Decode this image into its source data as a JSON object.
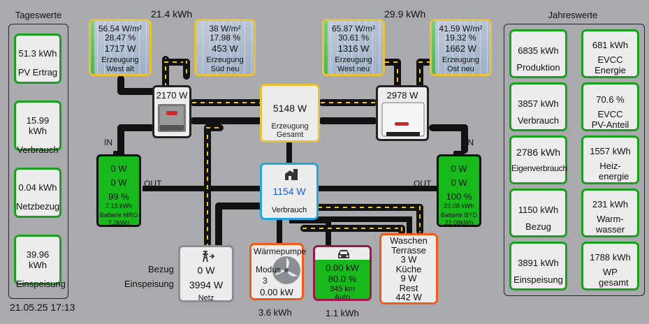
{
  "left_panel": {
    "title": "Tageswerte",
    "cards": [
      {
        "value": "51.3 kWh",
        "label": "PV Ertrag"
      },
      {
        "value": "15.99 kWh",
        "label": "Verbrauch"
      },
      {
        "value": "0.04 kWh",
        "label": "Netzbezug"
      },
      {
        "value": "39.96 kWh",
        "label": "Einspeisung"
      }
    ],
    "datetime": "21.05.25 17:13"
  },
  "right_panel": {
    "title": "Jahreswerte",
    "cards": [
      {
        "value": "6835 kWh",
        "label": "Produktion"
      },
      {
        "value": "681 kWh",
        "label": "EVCC Energie"
      },
      {
        "value": "3857 kWh",
        "label": "Verbrauch"
      },
      {
        "value": "70.6 %",
        "label": "EVCC PV-Anteil"
      },
      {
        "value": "2786 kWh",
        "label": "Eigenverbrauch"
      },
      {
        "value": "1557 kWh",
        "label": "Heiz-energie"
      },
      {
        "value": "1150 kWh",
        "label": "Bezug"
      },
      {
        "value": "231 kWh",
        "label": "Warm-wasser"
      },
      {
        "value": "3891 kWh",
        "label": "Einspeisung"
      },
      {
        "value": "1788 kWh",
        "label": "WP gesamt"
      }
    ]
  },
  "pv_left_total": "21.4 kWh",
  "pv_right_total": "29.9 kWh",
  "pv_arrays": [
    {
      "l1": "56.54 W/m²",
      "l2": "28.47 %",
      "l3": "1717 W",
      "l4": "Erzeugung",
      "l5": "West alt"
    },
    {
      "l1": "38 W/m²",
      "l2": "17.98 %",
      "l3": "453 W",
      "l4": "Erzeugung",
      "l5": "Süd neu"
    },
    {
      "l1": "65.87 W/m²",
      "l2": "30.61 %",
      "l3": "1316 W",
      "l4": "Erzeugung",
      "l5": "West neu"
    },
    {
      "l1": "41.59 W/m²",
      "l2": "19.32 %",
      "l3": "1662 W",
      "l4": "Erzeugung",
      "l5": "Ost neu"
    }
  ],
  "inverter_left": {
    "power": "2170 W"
  },
  "inverter_right": {
    "power": "2978 W"
  },
  "production": {
    "power": "5148 W",
    "label": "Erzeugung Gesamt"
  },
  "consumption": {
    "power": "1154 W",
    "label": "Verbrauch"
  },
  "battery_left": {
    "in": "IN",
    "out": "OUT",
    "l1": "0 W",
    "l2": "0 W",
    "l3": "99 %",
    "l4": "7.13 kWh",
    "l5": "Batterie MRO",
    "l6": "7.2kWh"
  },
  "battery_right": {
    "in": "IN",
    "out": "OUT",
    "l1": "0 W",
    "l2": "0 W",
    "l3": "100 %",
    "l4": "22.08 kWh",
    "l5": "Batterie BYD",
    "l6": "22.08kWh"
  },
  "grid": {
    "bezug_label": "Bezug",
    "einspeisung_label": "Einspeisung",
    "bezug": "0 W",
    "einspeisung": "3994 W",
    "label": "Netz"
  },
  "heatpump": {
    "title": "Wärmepumpe",
    "mode_label": "Modus",
    "mode": "3",
    "power": "0.00 kW",
    "energy": "3.6 kWh"
  },
  "car": {
    "power": "0.00 kW",
    "soc": "80.0 %",
    "range": "345 km",
    "label": "Auto",
    "energy": "1.1 kWh"
  },
  "loads": {
    "l1": "Waschen",
    "l2": "Terrasse",
    "l3": "3 W",
    "l4": "Küche",
    "l5": "9 W",
    "l6": "Rest",
    "l7": "442 W"
  },
  "colors": {
    "good": "#19a01c",
    "pv_border": "#e8c238",
    "consumption_border": "#23a6db",
    "grid_border": "#8a8d93",
    "heatpump_border": "#f05a1a",
    "car_border": "#9c1747",
    "loads_border": "#f05a1a",
    "consumption_value": "#1a5fd6"
  },
  "icons": [
    "house-icon",
    "grid-pylon-icon",
    "fan-icon",
    "car-icon",
    "inverter-icon",
    "solar-panel-icon"
  ]
}
